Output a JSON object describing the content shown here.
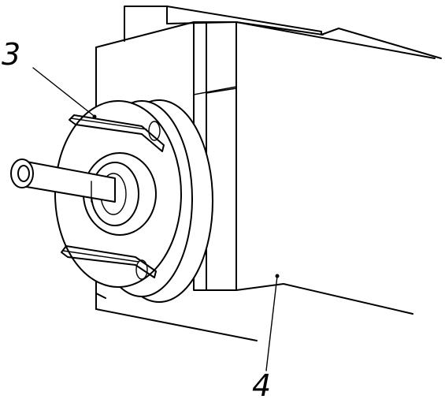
{
  "callouts": [
    {
      "id": "3",
      "label": "3"
    },
    {
      "id": "4",
      "label": "4"
    }
  ],
  "colors": {
    "ink": "#000000",
    "paper": "#ffffff"
  }
}
